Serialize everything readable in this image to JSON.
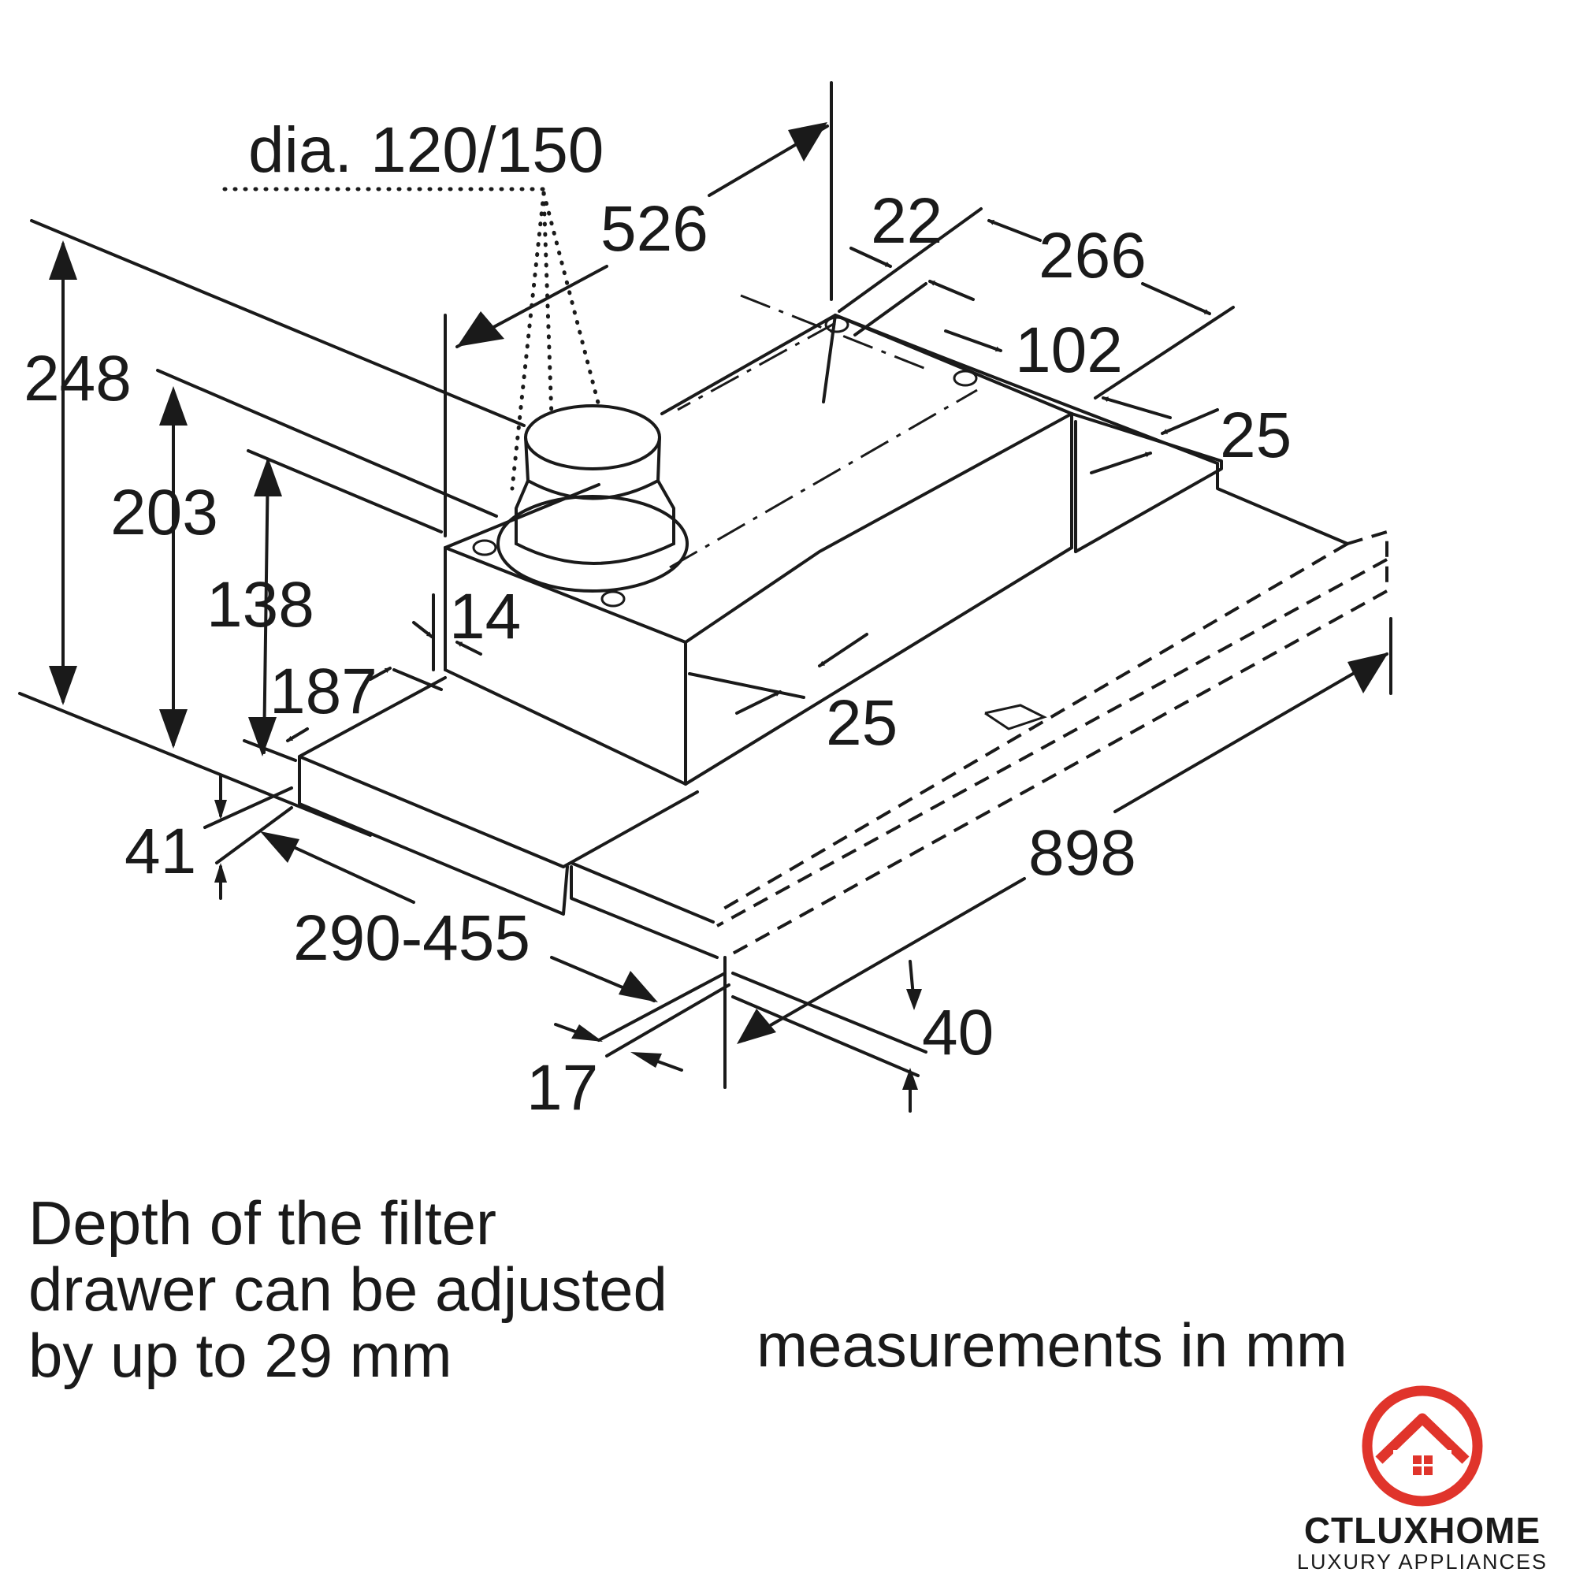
{
  "dimensions": {
    "duct_diameter": "dia. 120/150",
    "depth_total": "526",
    "d22": "22",
    "d266": "266",
    "d102": "102",
    "d25_right": "25",
    "d25_front": "25",
    "height_248": "248",
    "height_203": "203",
    "height_138": "138",
    "d14": "14",
    "d187": "187",
    "d41": "41",
    "drawer_range": "290-455",
    "d17": "17",
    "d40": "40",
    "width_898": "898"
  },
  "notes": {
    "filter_drawer": "Depth of the filter\ndrawer can be adjusted\nby up to 29 mm",
    "units": "measurements in mm"
  },
  "logo": {
    "name": "CTLUXHOME",
    "tagline": "LUXURY APPLIANCES",
    "color": "#e0342b"
  }
}
